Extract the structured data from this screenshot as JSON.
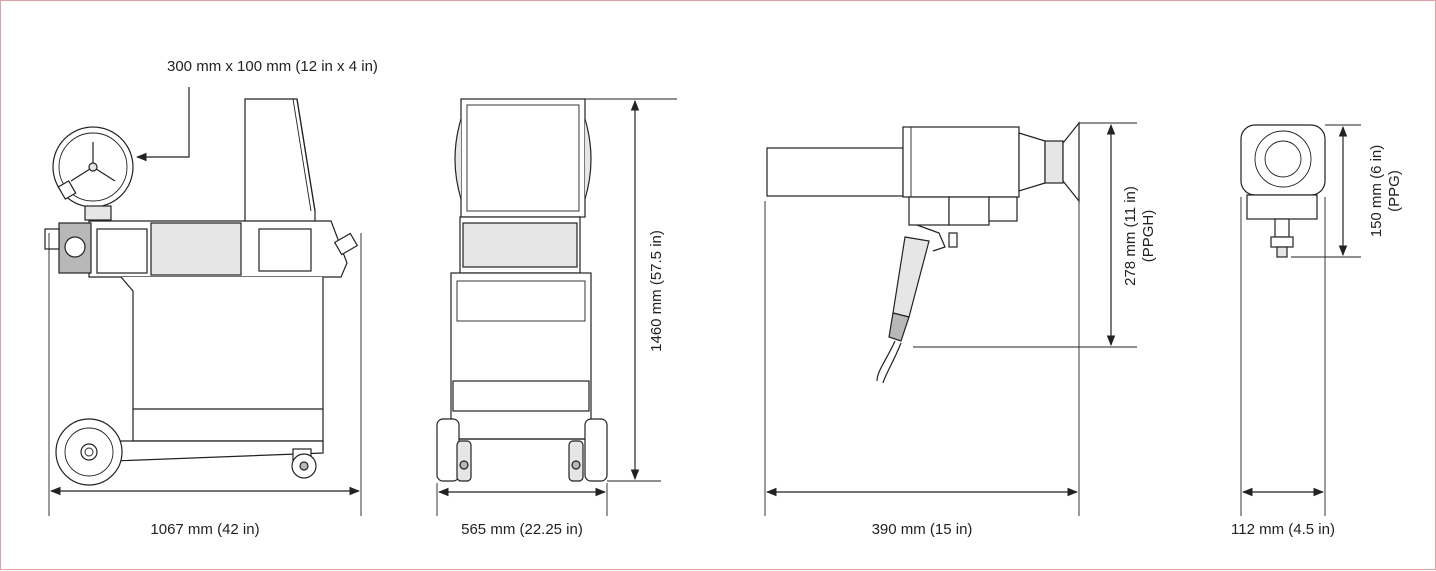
{
  "figure": {
    "labels": {
      "reel_size": "300 mm x 100 mm (12 in x 4 in)",
      "cart_length": "1067 mm (42 in)",
      "cart_width": "565 mm (22.25 in)",
      "cart_height": "1460 mm (57.5 in)",
      "gun_length": "390 mm (15 in)",
      "gun_height_line1": "278 mm (11 in)",
      "gun_height_line2": "(PPGH)",
      "torch_width": "112 mm (4.5 in)",
      "torch_height_line1": "150 mm (6 in)",
      "torch_height_line2": "(PPG)"
    }
  }
}
